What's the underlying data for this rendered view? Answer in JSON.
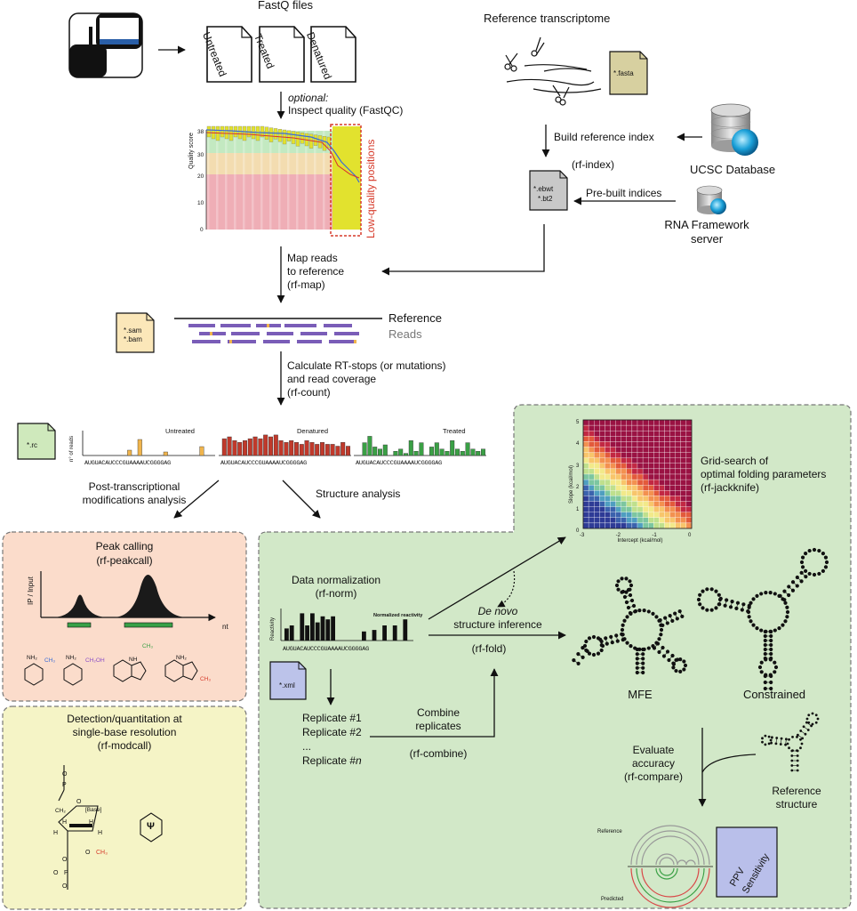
{
  "colors": {
    "untreated_bars": "#f0b44c",
    "denatured_bars": "#c0392b",
    "treated_bars": "#3aa045",
    "reads": "#7a5db8",
    "mismatch": "#f0b44c",
    "low_quality_box": "#d63a2a",
    "peak_panel_bg": "#fbdccb",
    "modcall_panel_bg": "#f5f4c6",
    "structure_panel_bg": "#d2e8c8",
    "rc_file_bg": "#cfe9bc",
    "sam_file_bg": "#fbe7b9",
    "fasta_file_bg": "#d7d0a0",
    "index_file_bg": "#c8c8c8",
    "xml_file_bg": "#bcc3ea",
    "ppv_card_bg": "#b9bfea",
    "green_peak_bar": "#37a047"
  },
  "icons": {
    "sequencer": "sequencer-icon",
    "database": "database-icon",
    "server": "server-icon",
    "scissors": "scissors-icon"
  },
  "fastq": {
    "title": "FastQ files",
    "files": [
      "Untreated",
      "Treated",
      "Denatured"
    ]
  },
  "quality": {
    "optional_label": "optional:",
    "step_label": "Inspect quality (FastQC)",
    "low_quality_label": "Low-quality positions",
    "ylabel": "Quality score",
    "ticks": [
      "38",
      "30",
      "20",
      "10",
      "0"
    ]
  },
  "reference": {
    "title": "Reference transcriptome",
    "fasta_label": "*.fasta",
    "build_index_label": "Build reference index",
    "rf_index_label": "(rf-index)",
    "index_file_lines": [
      "*.ebwt",
      "*.bt2"
    ],
    "ucsc_label": "UCSC Database",
    "prebuilt_label": "Pre-built indices",
    "server_label_line1": "RNA Framework",
    "server_label_line2": "server"
  },
  "mapping": {
    "step_line1": "Map reads",
    "step_line2": "to reference",
    "step_line3": "(rf-map)",
    "sam_lines": [
      "*.sam",
      "*.bam"
    ],
    "reference_label": "Reference",
    "reads_label": "Reads"
  },
  "counting": {
    "step_line1": "Calculate RT-stops (or mutations)",
    "step_line2": "and read coverage",
    "step_line3": "(rf-count)",
    "rc_label": "*.rc",
    "ylabel": "n° of reads",
    "sequence": "AUGUACAUCCCGUAAAAUCGGGGAG",
    "untreated_title": "Untreated",
    "denatured_title": "Denatured",
    "treated_title": "Treated"
  },
  "chart_data": [
    {
      "type": "bar",
      "title": "Untreated",
      "ylabel": "n° of reads",
      "values": [
        0,
        0,
        0,
        0,
        0,
        0,
        0,
        0,
        3,
        0,
        9,
        0,
        0,
        0,
        0,
        2,
        0,
        0,
        0,
        0,
        0,
        0,
        5,
        0,
        0
      ]
    },
    {
      "type": "bar",
      "title": "Denatured",
      "values": [
        9,
        10,
        8,
        7,
        8,
        9,
        10,
        9,
        11,
        10,
        11,
        8,
        7,
        8,
        7,
        6,
        8,
        7,
        6,
        7,
        6,
        6,
        5,
        7,
        5
      ]
    },
    {
      "type": "bar",
      "title": "Treated",
      "values": [
        0,
        6,
        9,
        4,
        3,
        5,
        0,
        2,
        3,
        1,
        7,
        2,
        6,
        0,
        4,
        6,
        3,
        2,
        7,
        3,
        2,
        6,
        3,
        2,
        3
      ]
    },
    {
      "type": "bar",
      "title": "Normalized reactivity",
      "ylabel": "Reactivity",
      "ylim": [
        0,
        1
      ],
      "values": [
        0.4,
        0.5,
        0,
        0.9,
        0.5,
        0.9,
        0.6,
        0.8,
        0.7,
        0.8,
        0,
        0,
        0,
        0,
        0,
        0.3,
        0,
        0.35,
        0,
        0.5,
        0,
        0.5,
        0,
        0.7,
        0
      ]
    },
    {
      "type": "heatmap",
      "xlabel": "Intercept (kcal/mol)",
      "ylabel": "Slope (kcal/mol)",
      "xticks": [
        "-3",
        "-2",
        "-1",
        "0"
      ],
      "yticks": [
        "0",
        "1",
        "2",
        "3",
        "4",
        "5"
      ]
    }
  ],
  "ptm": {
    "branch_line1": "Post-transcriptional",
    "branch_line2": "modifications analysis",
    "peak_title": "Peak calling",
    "peak_cmd": "(rf-peakcall)",
    "ylabel": "IP / Input",
    "xlabel": "nt",
    "chem": [
      "NH₂",
      "CH₃",
      "NH₂",
      "CH₂OH",
      "CH₃",
      "NH",
      "NH₂",
      "CH₃"
    ],
    "modcall_line1": "Detection/quantitation at",
    "modcall_line2": "single-base resolution",
    "modcall_cmd": "(rf-modcall)",
    "sugar_labels": [
      "[Base]",
      "CH₂",
      "H",
      "H",
      "H",
      "H",
      "O",
      "O",
      "CH₃",
      "O",
      "P",
      "O",
      "O",
      "P",
      "O",
      "Ψ"
    ]
  },
  "structure": {
    "branch_label": "Structure analysis",
    "norm_line1": "Data normalization",
    "norm_line2": "(rf-norm)",
    "norm_chart_title": "Normalized reactivity",
    "xml_label": "*.xml",
    "replicates": [
      "Replicate #1",
      "Replicate #2",
      "...",
      "Replicate #"
    ],
    "replicate_n": "n",
    "combine_line1": "Combine",
    "combine_line2": "replicates",
    "combine_cmd": "(rf-combine)",
    "denovo_word1": "De novo",
    "denovo_word2": "structure inference",
    "fold_cmd": "(rf-fold)",
    "grid_line1": "Grid-search of",
    "grid_line2": "optimal folding parameters",
    "grid_cmd": "(rf-jackknife)",
    "mfe_label": "MFE",
    "constrained_label": "Constrained",
    "eval_line1": "Evaluate",
    "eval_line2": "accuracy",
    "eval_cmd": "(rf-compare)",
    "refstruct_line1": "Reference",
    "refstruct_line2": "structure",
    "arc_reference": "Reference",
    "arc_predicted": "Predicted",
    "ppv": "PPV",
    "sensitivity": "Sensitivity"
  }
}
